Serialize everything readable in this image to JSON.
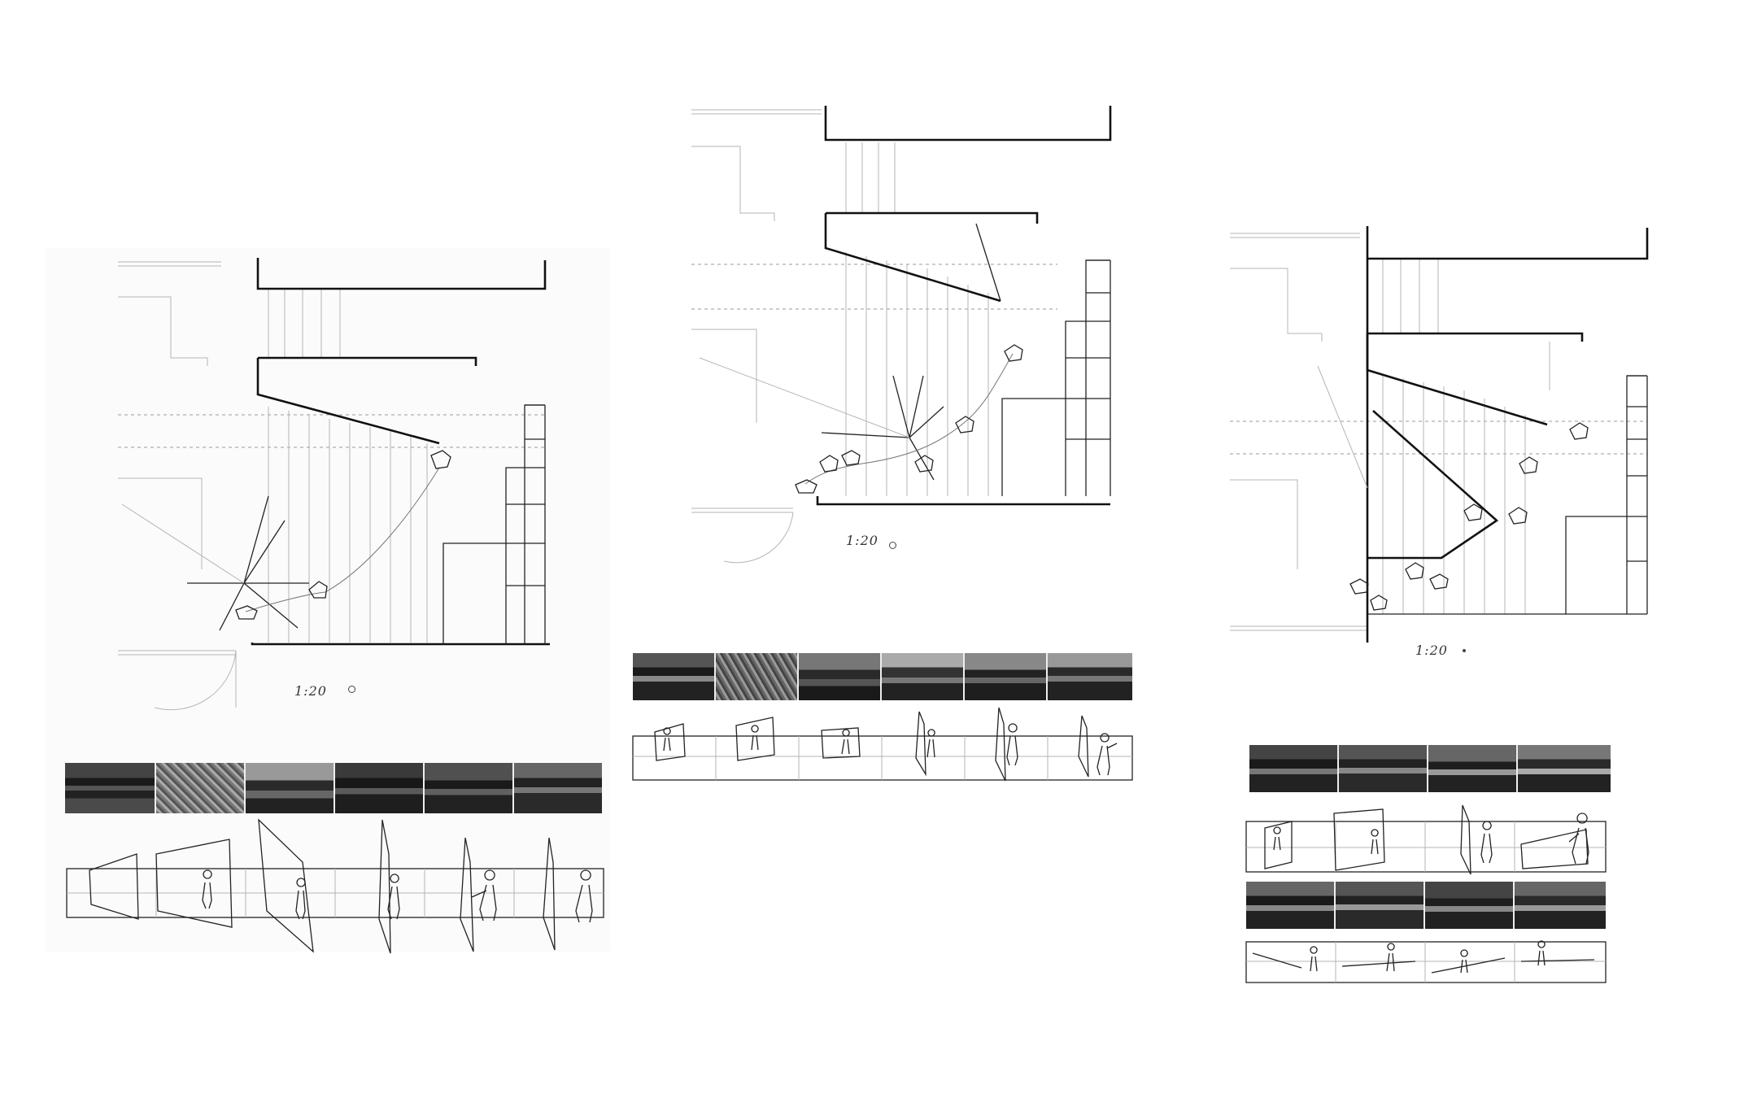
{
  "panels": [
    {
      "id": "plan-1",
      "scale_label": "1:20"
    },
    {
      "id": "plan-2",
      "scale_label": "1:20"
    },
    {
      "id": "plan-3",
      "scale_label": "1:20"
    }
  ],
  "colors": {
    "ink": "#111111",
    "pencil": "#b5b5b5",
    "photo_dark": "#2a2a2a",
    "paper": "#fbfbfb"
  },
  "icons": [
    "figure-icon",
    "footprint-icon"
  ]
}
